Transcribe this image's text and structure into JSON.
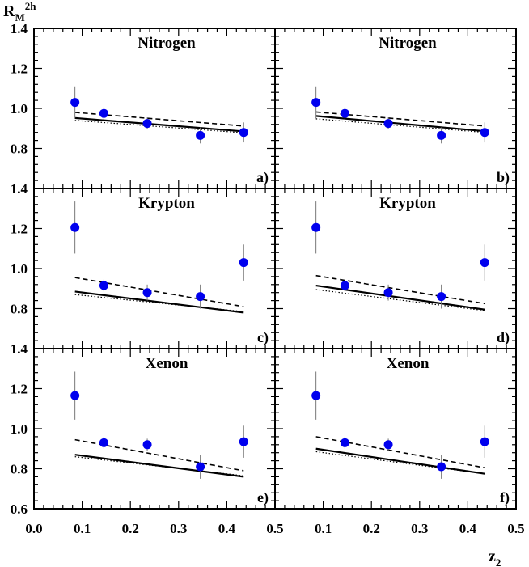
{
  "figure": {
    "ylabel": {
      "main": "R",
      "sub": "M",
      "sup": "2h"
    },
    "xlabel": {
      "main": "z",
      "sub": "2"
    },
    "x_ticks": [
      "0.0",
      "0.1",
      "0.2",
      "0.3",
      "0.4",
      "0.5"
    ],
    "x_ticks_right": [
      "0.1",
      "0.2",
      "0.3",
      "0.4",
      "0.5"
    ],
    "y_ticks": [
      "0.6",
      "0.8",
      "1.0",
      "1.2",
      "1.4"
    ],
    "colors": {
      "data_marker": "#0000ee",
      "frame": "#000000",
      "curves": "#000000"
    }
  },
  "chart_data": [
    {
      "panel": "a)",
      "title": "Nitrogen",
      "type": "scatter",
      "xlim": [
        0.0,
        0.5
      ],
      "ylim": [
        0.6,
        1.4
      ],
      "points": [
        {
          "x": 0.085,
          "y": 1.03,
          "err": 0.08
        },
        {
          "x": 0.145,
          "y": 0.975,
          "err": 0.03
        },
        {
          "x": 0.235,
          "y": 0.925,
          "err": 0.03
        },
        {
          "x": 0.345,
          "y": 0.865,
          "err": 0.04
        },
        {
          "x": 0.435,
          "y": 0.88,
          "err": 0.05
        }
      ],
      "curves": [
        {
          "style": "dashed",
          "x": [
            0.085,
            0.435
          ],
          "y": [
            0.98,
            0.912
          ]
        },
        {
          "style": "solid",
          "x": [
            0.085,
            0.435
          ],
          "y": [
            0.952,
            0.885
          ]
        },
        {
          "style": "dotted",
          "x": [
            0.085,
            0.435
          ],
          "y": [
            0.94,
            0.878
          ]
        }
      ]
    },
    {
      "panel": "b)",
      "title": "Nitrogen",
      "type": "scatter",
      "xlim": [
        0.0,
        0.5
      ],
      "ylim": [
        0.6,
        1.4
      ],
      "points": [
        {
          "x": 0.085,
          "y": 1.03,
          "err": 0.08
        },
        {
          "x": 0.145,
          "y": 0.975,
          "err": 0.03
        },
        {
          "x": 0.235,
          "y": 0.925,
          "err": 0.03
        },
        {
          "x": 0.345,
          "y": 0.865,
          "err": 0.04
        },
        {
          "x": 0.435,
          "y": 0.88,
          "err": 0.05
        }
      ],
      "curves": [
        {
          "style": "dashed",
          "x": [
            0.085,
            0.435
          ],
          "y": [
            0.982,
            0.912
          ]
        },
        {
          "style": "solid",
          "x": [
            0.085,
            0.435
          ],
          "y": [
            0.962,
            0.886
          ]
        },
        {
          "style": "dotted",
          "x": [
            0.085,
            0.435
          ],
          "y": [
            0.948,
            0.88
          ]
        }
      ]
    },
    {
      "panel": "c)",
      "title": "Krypton",
      "type": "scatter",
      "xlim": [
        0.0,
        0.5
      ],
      "ylim": [
        0.6,
        1.4
      ],
      "points": [
        {
          "x": 0.085,
          "y": 1.205,
          "err": 0.13
        },
        {
          "x": 0.145,
          "y": 0.915,
          "err": 0.03
        },
        {
          "x": 0.235,
          "y": 0.88,
          "err": 0.04
        },
        {
          "x": 0.345,
          "y": 0.86,
          "err": 0.06
        },
        {
          "x": 0.435,
          "y": 1.03,
          "err": 0.09
        }
      ],
      "curves": [
        {
          "style": "dashed",
          "x": [
            0.085,
            0.435
          ],
          "y": [
            0.955,
            0.81
          ]
        },
        {
          "style": "solid",
          "x": [
            0.085,
            0.435
          ],
          "y": [
            0.885,
            0.78
          ]
        },
        {
          "style": "dotted",
          "x": [
            0.085,
            0.435
          ],
          "y": [
            0.87,
            0.785
          ]
        }
      ]
    },
    {
      "panel": "d)",
      "title": "Krypton",
      "type": "scatter",
      "xlim": [
        0.0,
        0.5
      ],
      "ylim": [
        0.6,
        1.4
      ],
      "points": [
        {
          "x": 0.085,
          "y": 1.205,
          "err": 0.13
        },
        {
          "x": 0.145,
          "y": 0.915,
          "err": 0.03
        },
        {
          "x": 0.235,
          "y": 0.88,
          "err": 0.04
        },
        {
          "x": 0.345,
          "y": 0.86,
          "err": 0.06
        },
        {
          "x": 0.435,
          "y": 1.03,
          "err": 0.09
        }
      ],
      "curves": [
        {
          "style": "dashed",
          "x": [
            0.085,
            0.435
          ],
          "y": [
            0.965,
            0.825
          ]
        },
        {
          "style": "solid",
          "x": [
            0.085,
            0.435
          ],
          "y": [
            0.915,
            0.795
          ]
        },
        {
          "style": "dotted",
          "x": [
            0.085,
            0.435
          ],
          "y": [
            0.895,
            0.79
          ]
        }
      ]
    },
    {
      "panel": "e)",
      "title": "Xenon",
      "type": "scatter",
      "xlim": [
        0.0,
        0.5
      ],
      "ylim": [
        0.6,
        1.4
      ],
      "points": [
        {
          "x": 0.085,
          "y": 1.165,
          "err": 0.12
        },
        {
          "x": 0.145,
          "y": 0.93,
          "err": 0.03
        },
        {
          "x": 0.235,
          "y": 0.92,
          "err": 0.03
        },
        {
          "x": 0.345,
          "y": 0.81,
          "err": 0.06
        },
        {
          "x": 0.435,
          "y": 0.935,
          "err": 0.08
        }
      ],
      "curves": [
        {
          "style": "dashed",
          "x": [
            0.085,
            0.435
          ],
          "y": [
            0.945,
            0.79
          ]
        },
        {
          "style": "solid",
          "x": [
            0.085,
            0.435
          ],
          "y": [
            0.87,
            0.76
          ]
        },
        {
          "style": "dotted",
          "x": [
            0.085,
            0.435
          ],
          "y": [
            0.86,
            0.765
          ]
        }
      ]
    },
    {
      "panel": "f)",
      "title": "Xenon",
      "type": "scatter",
      "xlim": [
        0.0,
        0.5
      ],
      "ylim": [
        0.6,
        1.4
      ],
      "points": [
        {
          "x": 0.085,
          "y": 1.165,
          "err": 0.12
        },
        {
          "x": 0.145,
          "y": 0.93,
          "err": 0.03
        },
        {
          "x": 0.235,
          "y": 0.92,
          "err": 0.03
        },
        {
          "x": 0.345,
          "y": 0.81,
          "err": 0.06
        },
        {
          "x": 0.435,
          "y": 0.935,
          "err": 0.08
        }
      ],
      "curves": [
        {
          "style": "dashed",
          "x": [
            0.085,
            0.435
          ],
          "y": [
            0.96,
            0.805
          ]
        },
        {
          "style": "solid",
          "x": [
            0.085,
            0.435
          ],
          "y": [
            0.9,
            0.775
          ]
        },
        {
          "style": "dotted",
          "x": [
            0.085,
            0.435
          ],
          "y": [
            0.885,
            0.775
          ]
        }
      ]
    }
  ]
}
